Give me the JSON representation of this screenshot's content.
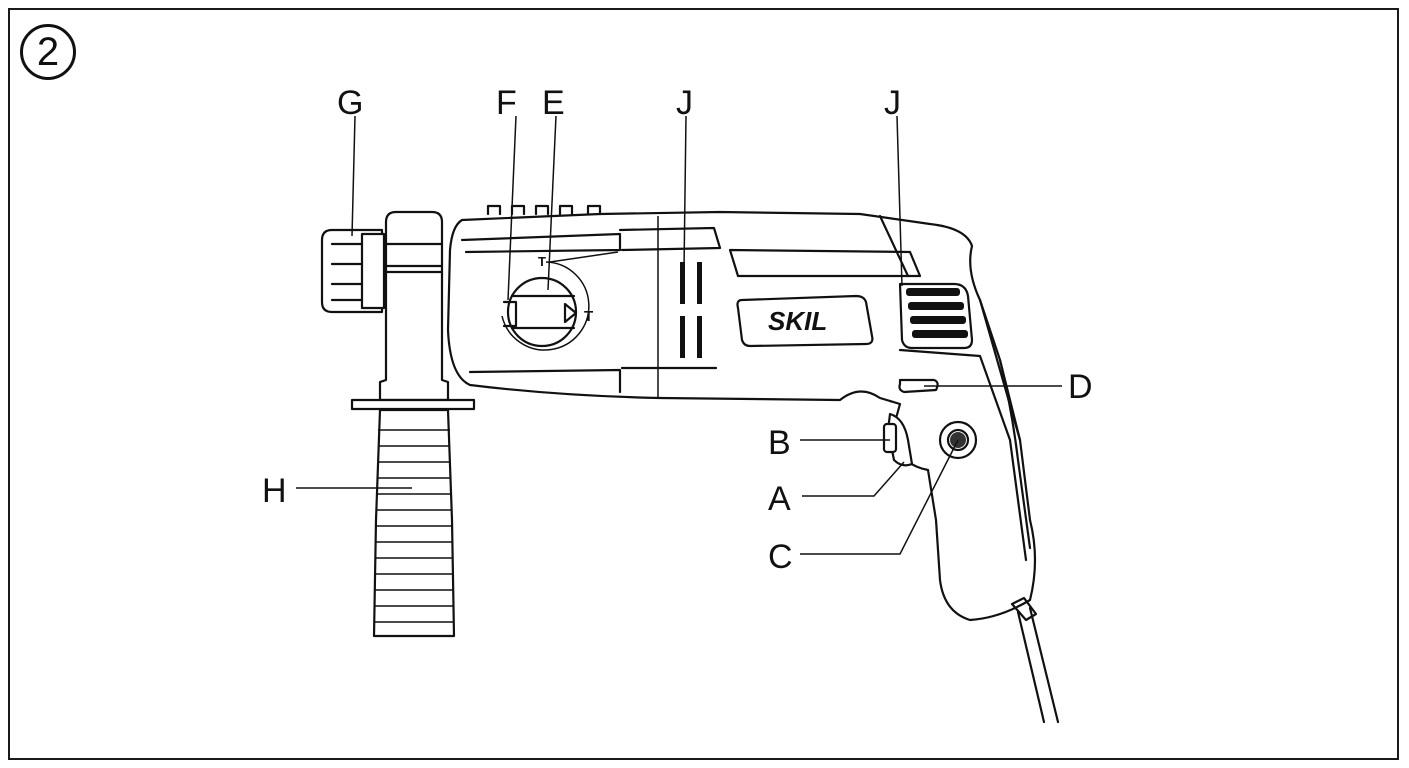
{
  "figure": {
    "number": "2"
  },
  "brand_logo": "SKIL",
  "selector_marks": {
    "right": "T",
    "top": "T",
    "left": ""
  },
  "labels": {
    "A": "A",
    "B": "B",
    "C": "C",
    "D": "D",
    "E": "E",
    "F": "F",
    "G": "G",
    "H": "H",
    "J1": "J",
    "J2": "J"
  },
  "colors": {
    "line": "#111111",
    "background": "#ffffff"
  }
}
